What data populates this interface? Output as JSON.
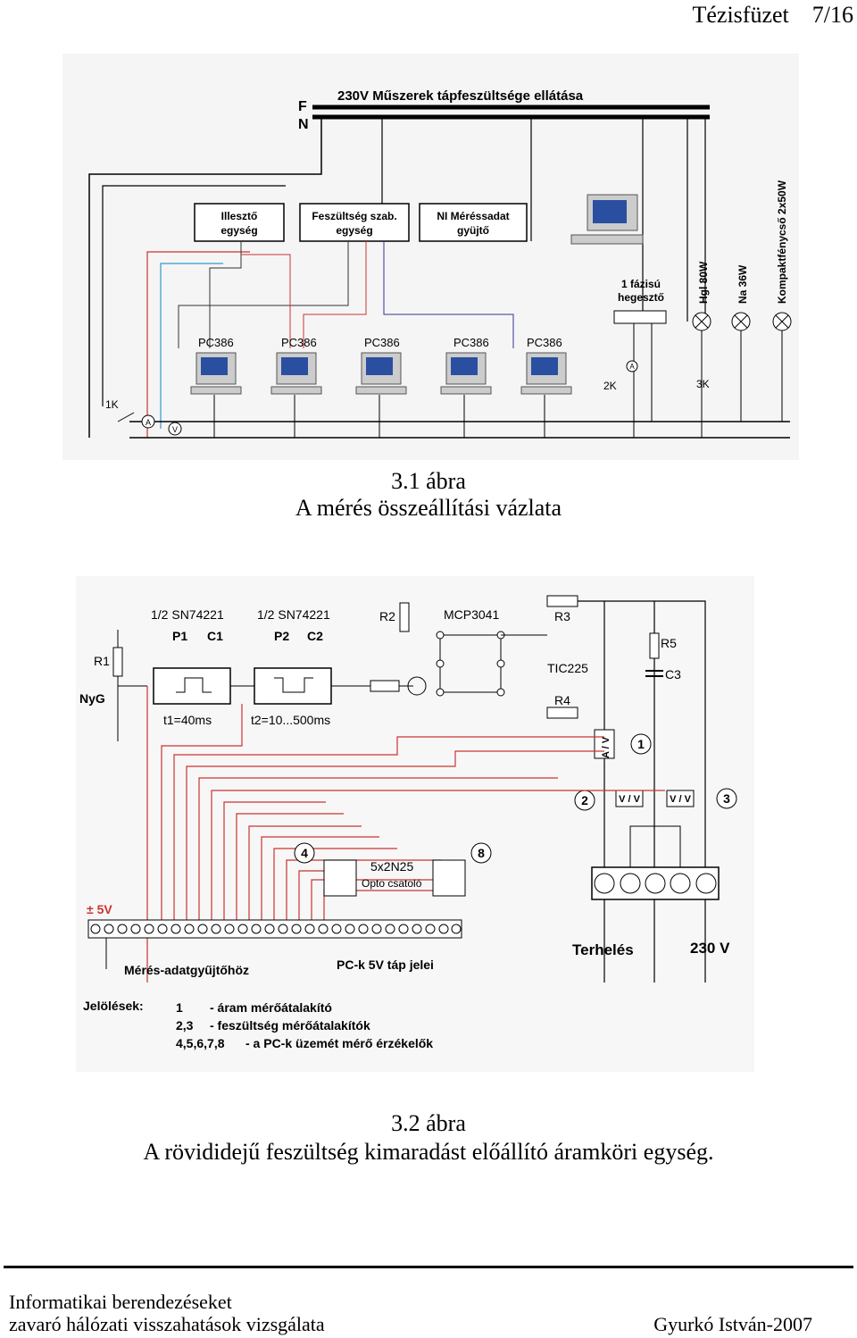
{
  "header": {
    "title": "Tézisfüzet",
    "page": "7/16"
  },
  "figure1": {
    "caption_number": "3.1 ábra",
    "caption_text": "A mérés összeállítási vázlata",
    "labels": {
      "phase": "F",
      "neutral": "N",
      "supply_title": "230V  Műszerek tápfeszültsége ellátása",
      "illeszto": [
        "Illesztő",
        "egység"
      ],
      "feszultseg": [
        "Feszültség szab.",
        "egység"
      ],
      "ni": [
        "NI Méréssadat",
        "gyüjtő"
      ],
      "pc": "PC386",
      "hegeszto": [
        "1 fázisú",
        "hegesztő"
      ],
      "lamp1": "Hgl 80W",
      "lamp2": "Na 36W",
      "lamp3": "Kompaktfénycső 2x50W",
      "sw1": "1K",
      "sw2": "2K",
      "sw3": "3K",
      "ammeter": "A",
      "voltmeter": "V"
    }
  },
  "figure2": {
    "caption_number": "3.2 ábra",
    "caption_text": "A rövididejű feszültség kimaradást előállító áramköri egység.",
    "labels": {
      "sn1": "1/2 SN74221",
      "sn2": "1/2 SN74221",
      "p1": "P1",
      "c1": "C1",
      "p2": "P2",
      "c2": "C2",
      "r1": "R1",
      "r2": "R2",
      "r3": "R3",
      "r4": "R4",
      "r5": "R5",
      "c3": "C3",
      "nyg": "NyG",
      "mcp": "MCP3041",
      "tic": "TIC225",
      "t1": "t1=40ms",
      "t2": "t2=10...500ms",
      "av": "A / V",
      "vv": "V / V",
      "n1": "1",
      "n2": "2",
      "n3": "3",
      "n4": "4",
      "n8": "8",
      "opto1": "5x2N25",
      "opto2": "Opto csatoló",
      "plus5": "± 5V",
      "meres": "Mérés-adatgyűjtőhöz",
      "pck": "PC-k 5V táp jelei",
      "terheles": "Terhelés",
      "v230": "230 V"
    },
    "legend": {
      "title": "Jelölések:",
      "rows": [
        {
          "key": "1",
          "text": "- áram mérőátalakító"
        },
        {
          "key": "2,3",
          "text": "- feszültség mérőátalakítók"
        },
        {
          "key": "4,5,6,7,8",
          "text": "- a PC-k üzemét mérő érzékelők"
        }
      ]
    }
  },
  "footer": {
    "line1": "Informatikai berendezéseket",
    "line2": "zavaró hálózati visszahatások vizsgálata",
    "author": "Gyurkó István-2007"
  }
}
